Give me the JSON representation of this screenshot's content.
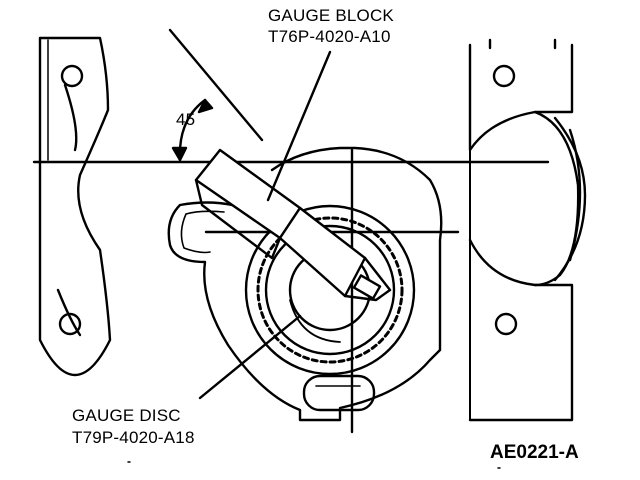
{
  "diagram": {
    "gauge_block": {
      "name": "GAUGE BLOCK",
      "part_number": "T76P-4020-A10"
    },
    "gauge_disc": {
      "name": "GAUGE DISC",
      "part_number": "T79P-4020-A18"
    },
    "angle_label": "45",
    "figure_id": "AE0221-A",
    "line_color": "#000000",
    "background_color": "#ffffff"
  }
}
